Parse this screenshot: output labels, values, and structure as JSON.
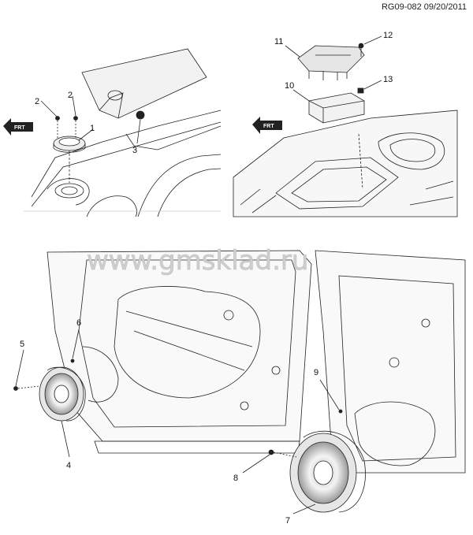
{
  "header": {
    "drawing_id": "RG09-082 09/20/2011"
  },
  "watermark": {
    "text": "www.gmsklad.ru"
  },
  "callouts": {
    "c1": "1",
    "c2a": "2",
    "c2b": "2",
    "c3": "3",
    "c4": "4",
    "c5": "5",
    "c6": "6",
    "c7": "7",
    "c8": "8",
    "c9": "9",
    "c10": "10",
    "c11": "11",
    "c12": "12",
    "c13": "13"
  },
  "forward_arrows": {
    "left": "FRT",
    "right": "FRT"
  },
  "colors": {
    "line": "#222222",
    "watermark": "#cfcfcf",
    "shade": "#e6e6e6",
    "panel": "#f2f2f2"
  }
}
